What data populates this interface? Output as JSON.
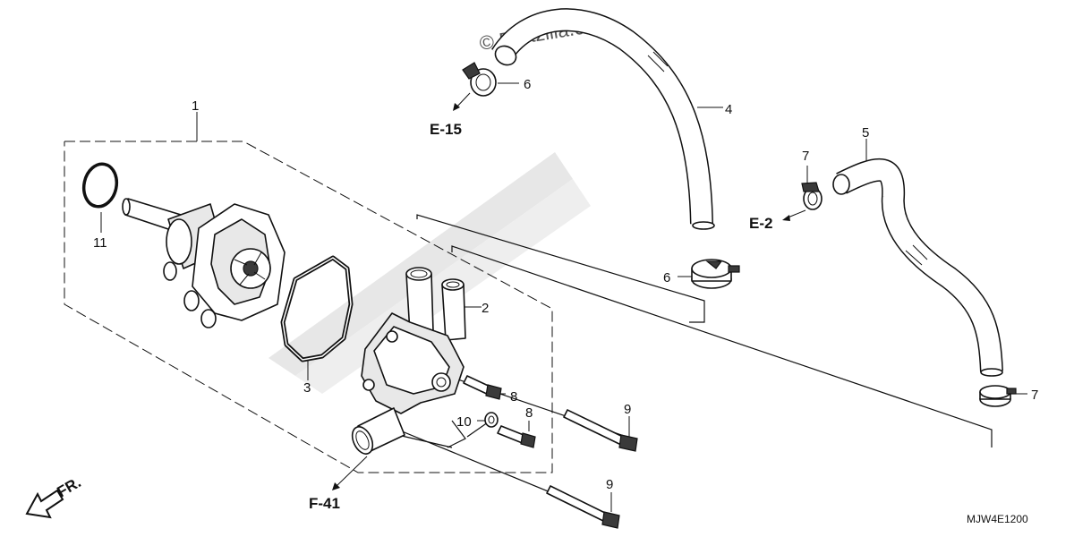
{
  "watermark": "© Partzilla.com",
  "callouts": {
    "c1": "1",
    "c2": "2",
    "c3": "3",
    "c4": "4",
    "c5": "5",
    "c6a": "6",
    "c6b": "6",
    "c7a": "7",
    "c7b": "7",
    "c8a": "8",
    "c8b": "8",
    "c9a": "9",
    "c9b": "9",
    "c10": "10",
    "c11": "11"
  },
  "references": {
    "e15": "E-15",
    "e2": "E-2",
    "f41": "F-41"
  },
  "front_label": "FR.",
  "diagram_code": "MJW4E1200"
}
